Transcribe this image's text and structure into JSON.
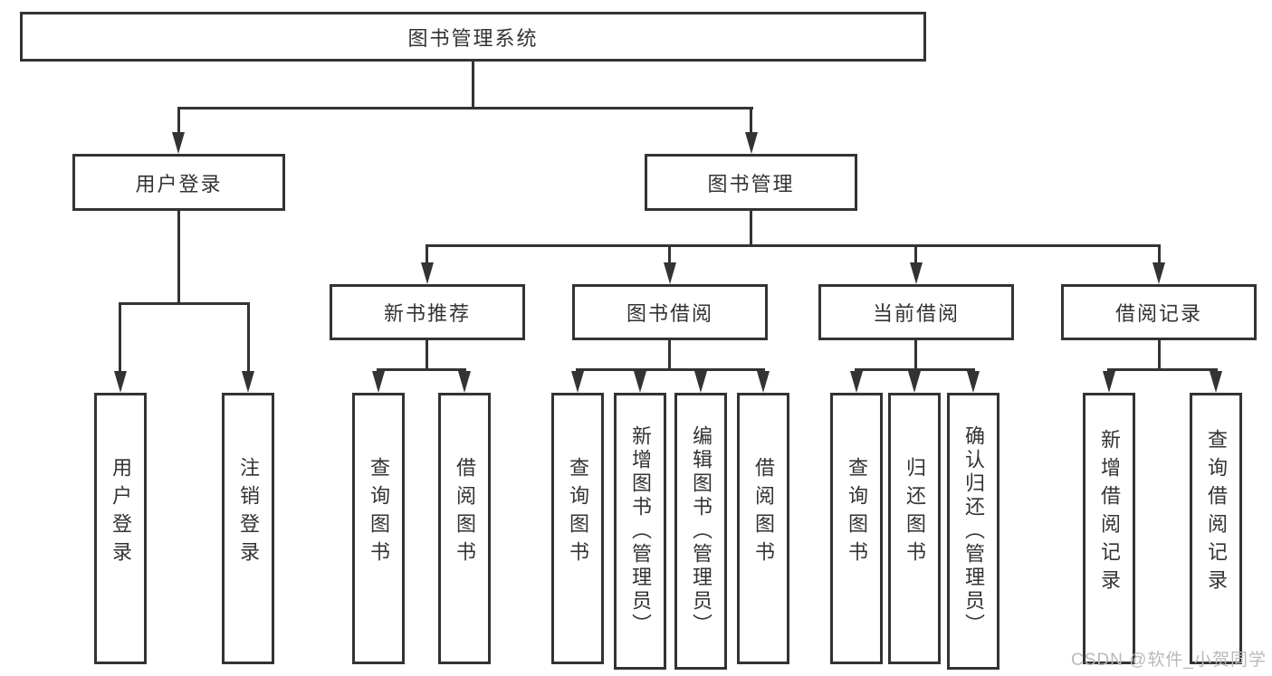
{
  "diagram": {
    "root": {
      "label": "图书管理系统"
    },
    "branches": {
      "user_login": {
        "label": "用户登录",
        "children": [
          {
            "label": "用户登录"
          },
          {
            "label": "注销登录"
          }
        ]
      },
      "book_management": {
        "label": "图书管理",
        "children": [
          {
            "label": "新书推荐",
            "children": [
              {
                "label": "查询图书"
              },
              {
                "label": "借阅图书"
              }
            ]
          },
          {
            "label": "图书借阅",
            "children": [
              {
                "label": "查询图书"
              },
              {
                "label": "新增图书（管理员）"
              },
              {
                "label": "编辑图书（管理员）"
              },
              {
                "label": "借阅图书"
              }
            ]
          },
          {
            "label": "当前借阅",
            "children": [
              {
                "label": "查询图书"
              },
              {
                "label": "归还图书"
              },
              {
                "label": "确认归还（管理员）"
              }
            ]
          },
          {
            "label": "借阅记录",
            "children": [
              {
                "label": "新增借阅记录"
              },
              {
                "label": "查询借阅记录"
              }
            ]
          }
        ]
      }
    }
  },
  "watermark": {
    "text": "CSDN @软件_小贺同学"
  },
  "colors": {
    "line": "#333333",
    "text": "#333333",
    "box_background": "#ffffff",
    "page_background": "#ffffff",
    "watermark": "#b9b9b9"
  }
}
